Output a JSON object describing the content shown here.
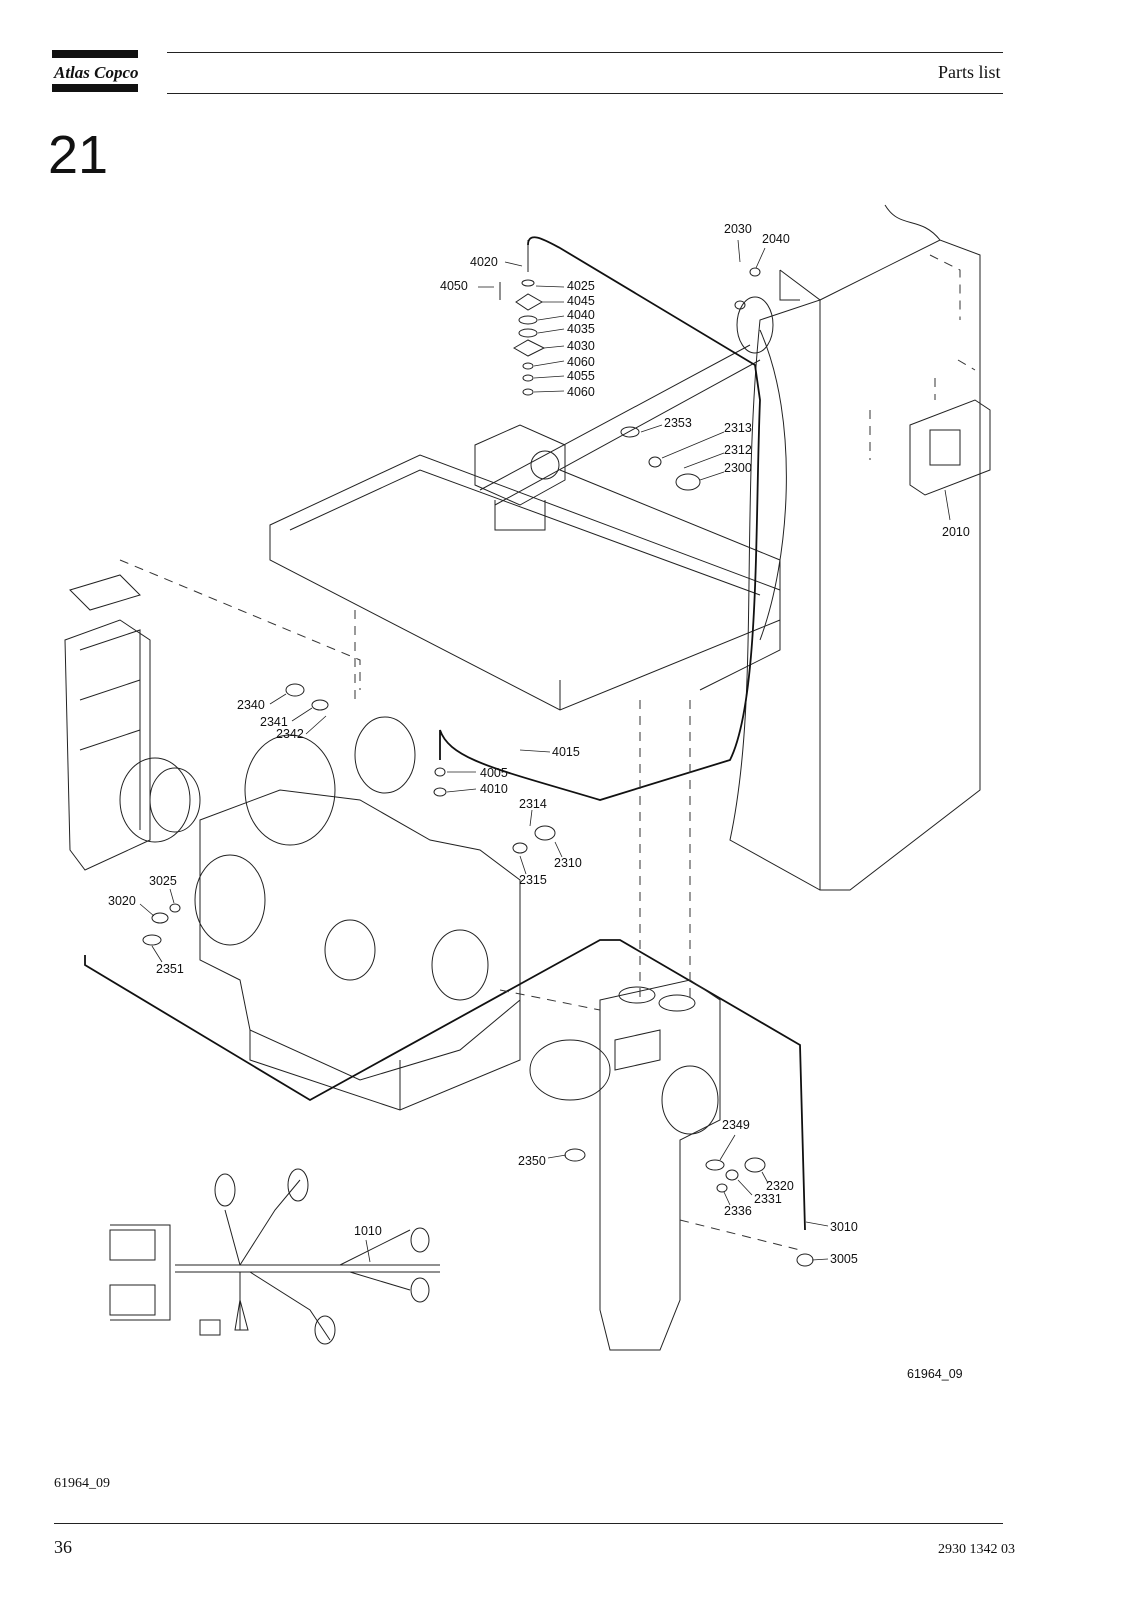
{
  "header": {
    "brand": "Atlas Copco",
    "section_title": "Parts list"
  },
  "chapter_number": "21",
  "drawing": {
    "callouts": [
      {
        "label": "2030"
      },
      {
        "label": "2040"
      },
      {
        "label": "4020"
      },
      {
        "label": "4050"
      },
      {
        "label": "4025"
      },
      {
        "label": "4045"
      },
      {
        "label": "4040"
      },
      {
        "label": "4035"
      },
      {
        "label": "4030"
      },
      {
        "label": "4060"
      },
      {
        "label": "4055"
      },
      {
        "label": "4060"
      },
      {
        "label": "2353"
      },
      {
        "label": "2313"
      },
      {
        "label": "2312"
      },
      {
        "label": "2300"
      },
      {
        "label": "2010"
      },
      {
        "label": "2340"
      },
      {
        "label": "2341"
      },
      {
        "label": "2342"
      },
      {
        "label": "4015"
      },
      {
        "label": "4005"
      },
      {
        "label": "4010"
      },
      {
        "label": "2314"
      },
      {
        "label": "2310"
      },
      {
        "label": "2315"
      },
      {
        "label": "3025"
      },
      {
        "label": "3020"
      },
      {
        "label": "2351"
      },
      {
        "label": "2349"
      },
      {
        "label": "2350"
      },
      {
        "label": "2320"
      },
      {
        "label": "2331"
      },
      {
        "label": "2336"
      },
      {
        "label": "1010"
      },
      {
        "label": "3010"
      },
      {
        "label": "3005"
      }
    ],
    "figure_id": "61964_09"
  },
  "footer": {
    "figure_reference": "61964_09",
    "page_number": "36",
    "document_number": "2930 1342 03"
  }
}
